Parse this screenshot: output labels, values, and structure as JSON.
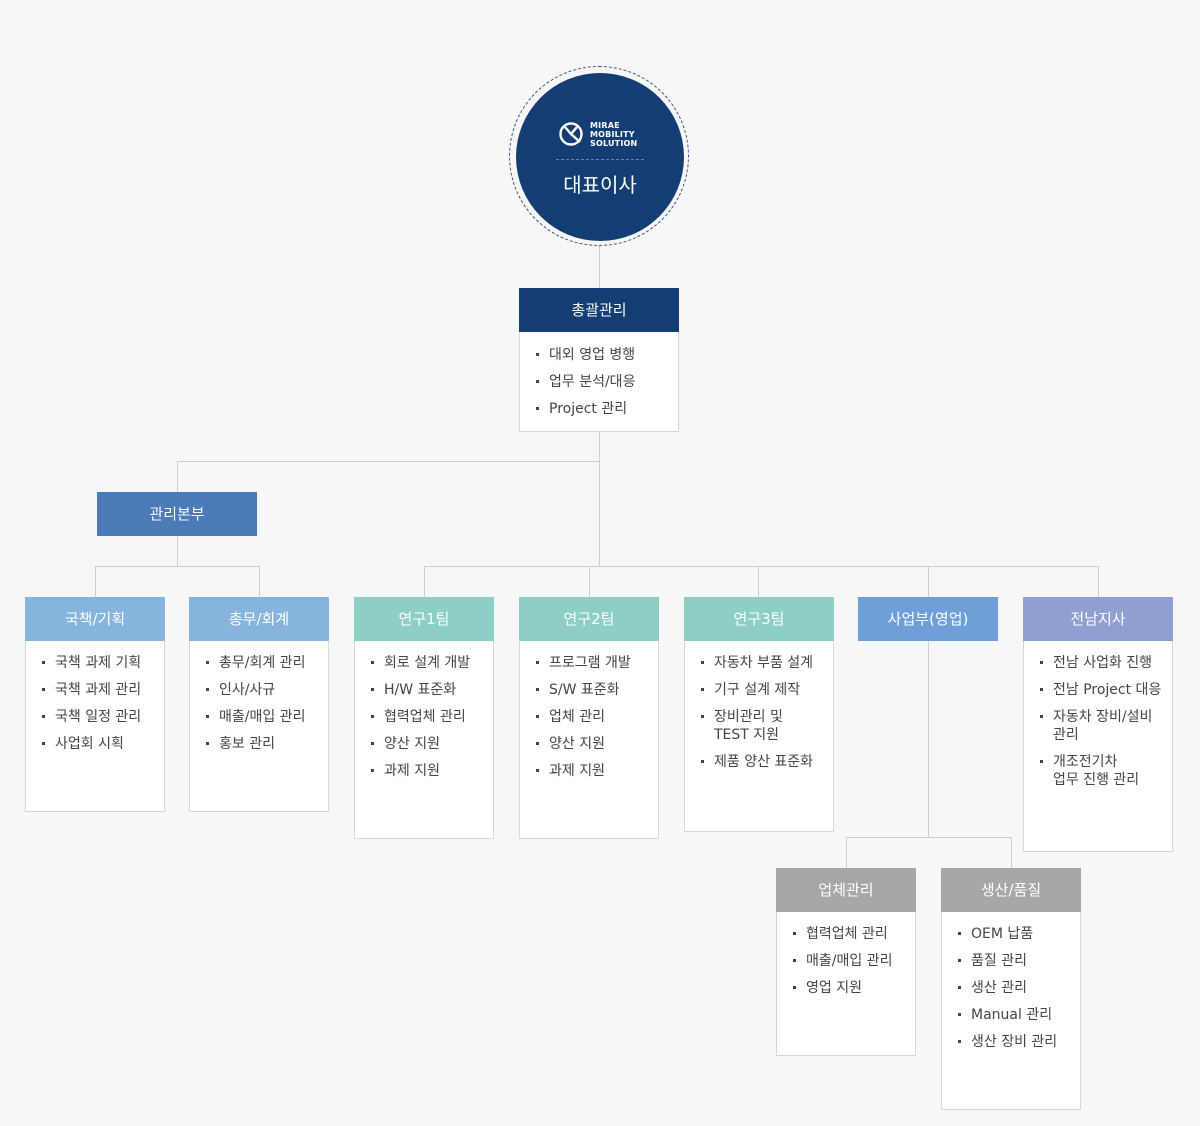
{
  "ceo": {
    "logo_lines": [
      "MIRAE",
      "MOBILITY",
      "SOLUTION"
    ],
    "title": "대표이사"
  },
  "general": {
    "title": "총괄관리",
    "items": [
      "대외 영업 병행",
      "업무 분석/대응",
      "Project 관리"
    ]
  },
  "admin_hq": {
    "title": "관리본부"
  },
  "teams": [
    {
      "title": "국책/기획",
      "color": "#86b4dd",
      "items": [
        "국책 과제 기획",
        "국책 과제 관리",
        "국책 일정 관리",
        "사업회 시획"
      ]
    },
    {
      "title": "총무/회계",
      "color": "#86b4dd",
      "items": [
        "총무/회계 관리",
        "인사/사규",
        "매출/매입 관리",
        "홍보 관리"
      ]
    },
    {
      "title": "연구1팀",
      "color": "#8dcfc4",
      "items": [
        "회로 설계 개발",
        "H/W 표준화",
        "협력업체 관리",
        "양산 지원",
        "과제 지원"
      ]
    },
    {
      "title": "연구2팀",
      "color": "#8dcfc4",
      "items": [
        "프로그램 개발",
        "S/W 표준화",
        "업체 관리",
        "양산 지원",
        "과제 지원"
      ]
    },
    {
      "title": "연구3팀",
      "color": "#8dcfc4",
      "items": [
        "자동차 부품 설계",
        "기구 설계 제작",
        "장비관리 및\nTEST 지원",
        "제품 양산 표준화"
      ]
    },
    {
      "title": "사업부(영업)",
      "color": "#6f9fd8",
      "items": []
    },
    {
      "title": "전남지사",
      "color": "#8f9fd1",
      "items": [
        "전남 사업화 진행",
        "전남 Project 대응",
        "자동차 장비/설비\n관리",
        "개조전기차\n업무 진행 관리"
      ]
    }
  ],
  "sub_teams": [
    {
      "title": "업체관리",
      "color": "#a7a7a7",
      "items": [
        "협력업체 관리",
        "매출/매입 관리",
        "영업 지원"
      ]
    },
    {
      "title": "생산/품질",
      "color": "#a7a7a7",
      "items": [
        "OEM 납품",
        "품질 관리",
        "생산 관리",
        "Manual 관리",
        "생산 장비 관리"
      ]
    }
  ],
  "colors": {
    "ceo": "#143d74",
    "general": "#143d74",
    "admin_hq": "#4a7ab8",
    "line": "#c9ced6"
  }
}
